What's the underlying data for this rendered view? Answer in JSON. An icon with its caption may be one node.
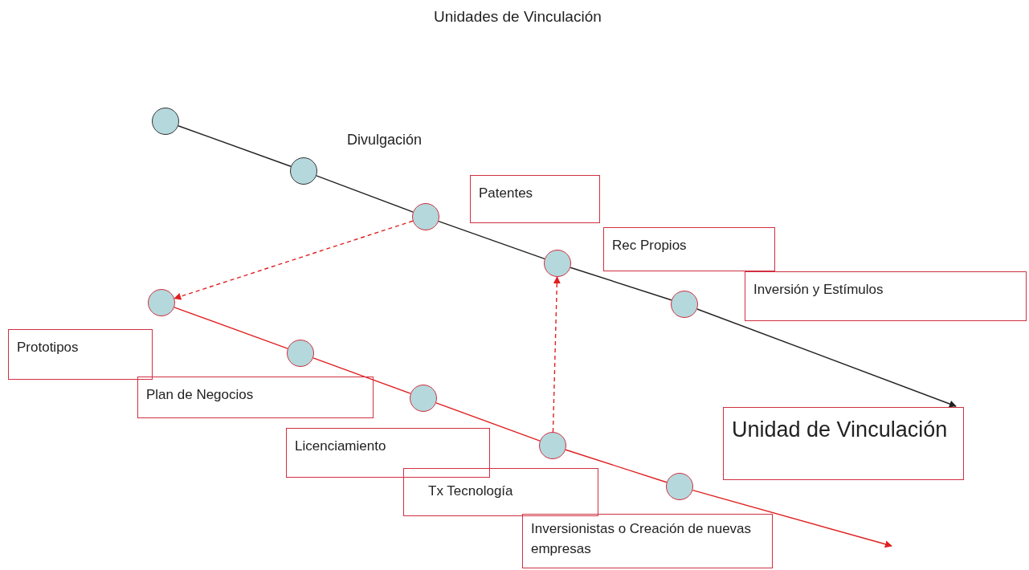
{
  "diagram": {
    "title": "Unidades de Vinculación",
    "nodes": [
      {
        "text": [],
        "shape": "circle"
      },
      {
        "text": [],
        "shape": "circle"
      },
      {
        "text": [],
        "shape": "circle"
      },
      {
        "text": [],
        "shape": "circle"
      },
      {
        "text": [],
        "shape": "circle"
      },
      {
        "text": [],
        "shape": "circle"
      },
      {
        "text": [],
        "shape": "circle"
      },
      {
        "text": [],
        "shape": "circle"
      },
      {
        "text": [],
        "shape": "circle"
      },
      {
        "text": [],
        "shape": "circle"
      },
      {
        "text": [
          "Patentes"
        ]
      },
      {
        "text": [
          "Rec Propios"
        ]
      },
      {
        "text": [
          "Inversión y Estímulos"
        ]
      },
      {
        "text": [
          "Prototipos"
        ]
      },
      {
        "text": [
          "Plan de Negocios"
        ]
      },
      {
        "text": [
          "Licenciamiento"
        ]
      },
      {
        "text": [
          "Tx Tecnología"
        ]
      },
      {
        "text": [
          "Unidad de Vinculación"
        ]
      },
      {
        "text": [
          "Inversionistas o Creación de nuevas empresas"
        ]
      }
    ],
    "edges": [
      {
        "from": 0,
        "to": 1,
        "arrow": "none",
        "color": "#222222"
      },
      {
        "from": 1,
        "to": 2,
        "arrow": "none",
        "color": "#222222"
      },
      {
        "from": 2,
        "to": 3,
        "arrow": "none",
        "color": "#222222"
      },
      {
        "from": 3,
        "to": 4,
        "arrow": "none",
        "color": "#222222"
      },
      {
        "from": 4,
        "to": 17,
        "arrow": "to",
        "color": "#222222"
      },
      {
        "from": 5,
        "to": 6,
        "arrow": "none",
        "color": "#e02020"
      },
      {
        "from": 6,
        "to": 7,
        "arrow": "none",
        "color": "#e02020"
      },
      {
        "from": 7,
        "to": 8,
        "arrow": "none",
        "color": "#e02020"
      },
      {
        "from": 8,
        "to": 9,
        "arrow": "none",
        "color": "#e02020"
      },
      {
        "from": 9,
        "to": null,
        "arrow": "to",
        "color": "#e02020"
      },
      {
        "from": 2,
        "to": 5,
        "arrow": "to",
        "style": "dashed",
        "color": "#e02020"
      },
      {
        "from": 8,
        "to": 3,
        "arrow": "to",
        "style": "dashed",
        "color": "#e02020"
      }
    ],
    "labels": [
      "Divulgación"
    ]
  }
}
